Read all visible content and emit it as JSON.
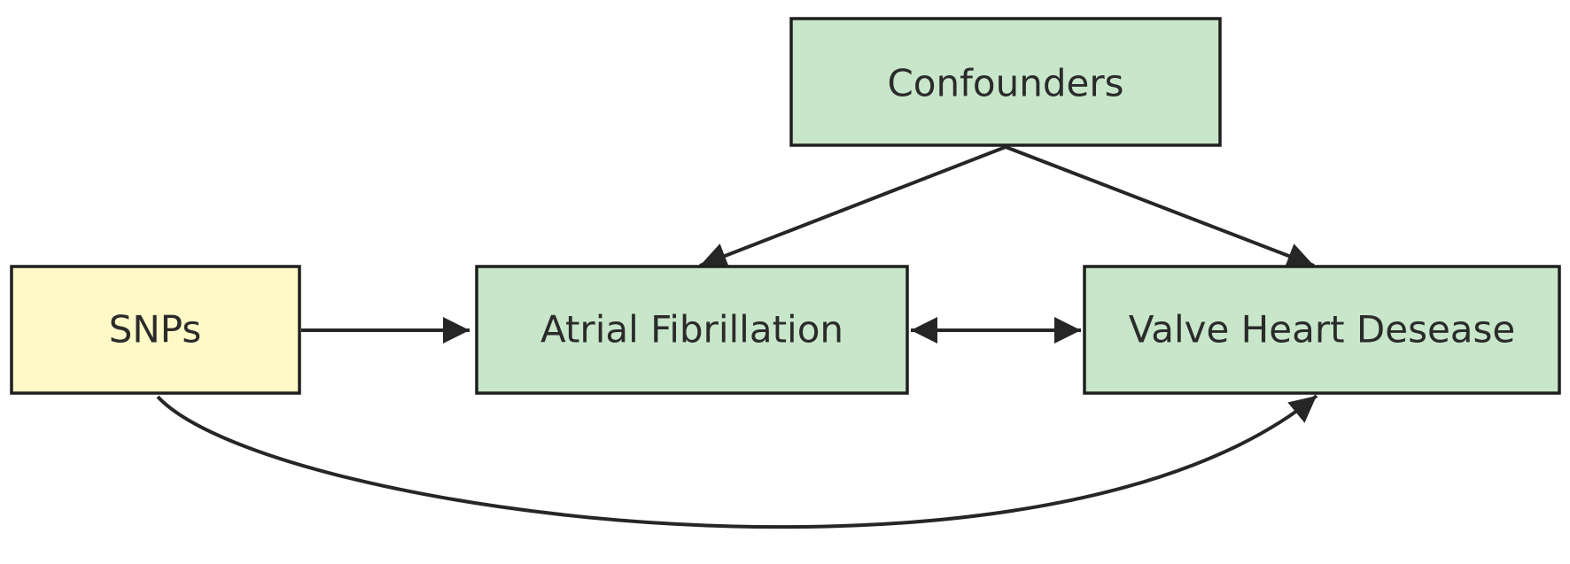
{
  "nodes": {
    "snps": {
      "label": "SNPs",
      "fill": "#fff9c8"
    },
    "confounders": {
      "label": "Confounders",
      "fill": "#c8e6c9"
    },
    "atrial_fibrillation": {
      "label": "Atrial Fibrillation",
      "fill": "#c8e6c9"
    },
    "valve_heart_disease": {
      "label": "Valve Heart Desease",
      "fill": "#c8e6c9"
    }
  },
  "edges": [
    {
      "from": "snps",
      "to": "atrial_fibrillation",
      "direction": "forward"
    },
    {
      "from": "snps",
      "to": "valve_heart_disease",
      "direction": "forward"
    },
    {
      "from": "confounders",
      "to": "atrial_fibrillation",
      "direction": "forward"
    },
    {
      "from": "confounders",
      "to": "valve_heart_disease",
      "direction": "forward"
    },
    {
      "from": "atrial_fibrillation",
      "to": "valve_heart_disease",
      "direction": "bidirectional"
    }
  ],
  "colors": {
    "edge": "#262626",
    "border": "#1f1f1f",
    "text": "#2b2b2b"
  }
}
